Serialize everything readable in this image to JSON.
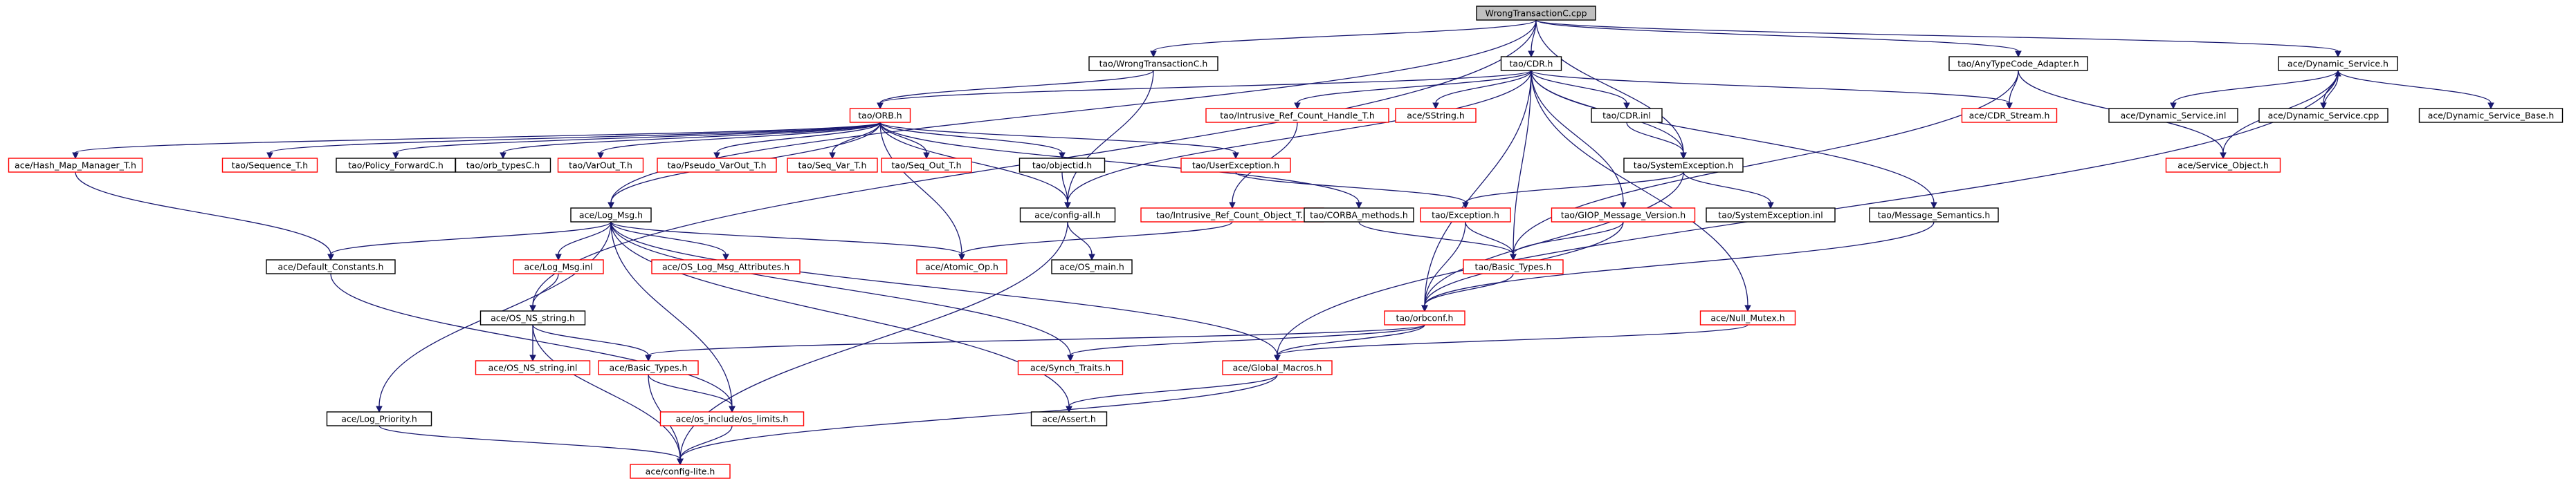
{
  "graph": {
    "nodes": [
      {
        "id": "root",
        "label": "WrongTransactionC.cpp",
        "style": "root"
      },
      {
        "id": "wtc_h",
        "label": "tao/WrongTransactionC.h",
        "style": "black"
      },
      {
        "id": "cdr_h",
        "label": "tao/CDR.h",
        "style": "black"
      },
      {
        "id": "atca",
        "label": "tao/AnyTypeCode_Adapter.h",
        "style": "black"
      },
      {
        "id": "dyn_svc",
        "label": "ace/Dynamic_Service.h",
        "style": "black"
      },
      {
        "id": "orb_h",
        "label": "tao/ORB.h",
        "style": "red"
      },
      {
        "id": "irc_handle",
        "label": "tao/Intrusive_Ref_Count_Handle_T.h",
        "style": "red"
      },
      {
        "id": "sstring",
        "label": "ace/SString.h",
        "style": "red"
      },
      {
        "id": "cdr_inl",
        "label": "tao/CDR.inl",
        "style": "black"
      },
      {
        "id": "cdr_stream",
        "label": "ace/CDR_Stream.h",
        "style": "red"
      },
      {
        "id": "dyn_svc_inl",
        "label": "ace/Dynamic_Service.inl",
        "style": "black"
      },
      {
        "id": "dyn_svc_cpp",
        "label": "ace/Dynamic_Service.cpp",
        "style": "black"
      },
      {
        "id": "dyn_svc_base",
        "label": "ace/Dynamic_Service_Base.h",
        "style": "black"
      },
      {
        "id": "hash_map",
        "label": "ace/Hash_Map_Manager_T.h",
        "style": "red"
      },
      {
        "id": "seq_t",
        "label": "tao/Sequence_T.h",
        "style": "red"
      },
      {
        "id": "policy_fwd",
        "label": "tao/Policy_ForwardC.h",
        "style": "black"
      },
      {
        "id": "orb_types",
        "label": "tao/orb_typesC.h",
        "style": "black"
      },
      {
        "id": "varout",
        "label": "tao/VarOut_T.h",
        "style": "red"
      },
      {
        "id": "pseudo_varout",
        "label": "tao/Pseudo_VarOut_T.h",
        "style": "red"
      },
      {
        "id": "seq_var",
        "label": "tao/Seq_Var_T.h",
        "style": "red"
      },
      {
        "id": "seq_out",
        "label": "tao/Seq_Out_T.h",
        "style": "red"
      },
      {
        "id": "objectid",
        "label": "tao/objectid.h",
        "style": "black"
      },
      {
        "id": "user_exc",
        "label": "tao/UserException.h",
        "style": "red"
      },
      {
        "id": "sys_exc",
        "label": "tao/SystemException.h",
        "style": "black"
      },
      {
        "id": "svc_obj",
        "label": "ace/Service_Object.h",
        "style": "red"
      },
      {
        "id": "log_msg",
        "label": "ace/Log_Msg.h",
        "style": "black"
      },
      {
        "id": "config_all",
        "label": "ace/config-all.h",
        "style": "black"
      },
      {
        "id": "irc_obj",
        "label": "tao/Intrusive_Ref_Count_Object_T.h",
        "style": "red"
      },
      {
        "id": "corba_methods",
        "label": "tao/CORBA_methods.h",
        "style": "black"
      },
      {
        "id": "exception",
        "label": "tao/Exception.h",
        "style": "red"
      },
      {
        "id": "giop_ver",
        "label": "tao/GIOP_Message_Version.h",
        "style": "red"
      },
      {
        "id": "sys_exc_inl",
        "label": "tao/SystemException.inl",
        "style": "black"
      },
      {
        "id": "msg_sem",
        "label": "tao/Message_Semantics.h",
        "style": "black"
      },
      {
        "id": "def_const",
        "label": "ace/Default_Constants.h",
        "style": "black"
      },
      {
        "id": "log_msg_inl",
        "label": "ace/Log_Msg.inl",
        "style": "red"
      },
      {
        "id": "os_log_attr",
        "label": "ace/OS_Log_Msg_Attributes.h",
        "style": "red"
      },
      {
        "id": "atomic_op",
        "label": "ace/Atomic_Op.h",
        "style": "red"
      },
      {
        "id": "os_main",
        "label": "ace/OS_main.h",
        "style": "black"
      },
      {
        "id": "tao_basic",
        "label": "tao/Basic_Types.h",
        "style": "red"
      },
      {
        "id": "orbconf",
        "label": "tao/orbconf.h",
        "style": "red"
      },
      {
        "id": "null_mutex",
        "label": "ace/Null_Mutex.h",
        "style": "red"
      },
      {
        "id": "os_ns_str",
        "label": "ace/OS_NS_string.h",
        "style": "black"
      },
      {
        "id": "os_ns_str_inl",
        "label": "ace/OS_NS_string.inl",
        "style": "red"
      },
      {
        "id": "ace_basic",
        "label": "ace/Basic_Types.h",
        "style": "red"
      },
      {
        "id": "synch_traits",
        "label": "ace/Synch_Traits.h",
        "style": "red"
      },
      {
        "id": "global_macros",
        "label": "ace/Global_Macros.h",
        "style": "red"
      },
      {
        "id": "log_prio",
        "label": "ace/Log_Priority.h",
        "style": "black"
      },
      {
        "id": "os_limits",
        "label": "ace/os_include/os_limits.h",
        "style": "red"
      },
      {
        "id": "ace_assert",
        "label": "ace/Assert.h",
        "style": "black"
      },
      {
        "id": "config_lite",
        "label": "ace/config-lite.h",
        "style": "red"
      }
    ],
    "edges": [
      [
        "root",
        "wtc_h"
      ],
      [
        "root",
        "cdr_h"
      ],
      [
        "root",
        "atca"
      ],
      [
        "root",
        "dyn_svc"
      ],
      [
        "root",
        "sys_exc"
      ],
      [
        "root",
        "log_msg"
      ],
      [
        "root",
        "os_ns_str"
      ],
      [
        "wtc_h",
        "orb_h"
      ],
      [
        "wtc_h",
        "config_all"
      ],
      [
        "cdr_h",
        "irc_handle"
      ],
      [
        "cdr_h",
        "sstring"
      ],
      [
        "cdr_h",
        "cdr_inl"
      ],
      [
        "cdr_h",
        "cdr_stream"
      ],
      [
        "cdr_h",
        "sys_exc"
      ],
      [
        "cdr_h",
        "giop_ver"
      ],
      [
        "cdr_h",
        "msg_sem"
      ],
      [
        "cdr_h",
        "tao_basic"
      ],
      [
        "cdr_h",
        "orbconf"
      ],
      [
        "cdr_h",
        "null_mutex"
      ],
      [
        "cdr_h",
        "orb_h"
      ],
      [
        "cdr_h",
        "config_all"
      ],
      [
        "atca",
        "cdr_stream"
      ],
      [
        "atca",
        "svc_obj"
      ],
      [
        "atca",
        "tao_basic"
      ],
      [
        "dyn_svc",
        "dyn_svc_inl"
      ],
      [
        "dyn_svc",
        "dyn_svc_cpp"
      ],
      [
        "dyn_svc",
        "dyn_svc_base"
      ],
      [
        "dyn_svc",
        "svc_obj"
      ],
      [
        "dyn_svc",
        "global_macros"
      ],
      [
        "dyn_svc_cpp",
        "dyn_svc"
      ],
      [
        "orb_h",
        "hash_map"
      ],
      [
        "orb_h",
        "seq_t"
      ],
      [
        "orb_h",
        "policy_fwd"
      ],
      [
        "orb_h",
        "orb_types"
      ],
      [
        "orb_h",
        "varout"
      ],
      [
        "orb_h",
        "pseudo_varout"
      ],
      [
        "orb_h",
        "seq_var"
      ],
      [
        "orb_h",
        "seq_out"
      ],
      [
        "orb_h",
        "objectid"
      ],
      [
        "orb_h",
        "user_exc"
      ],
      [
        "orb_h",
        "corba_methods"
      ],
      [
        "orb_h",
        "config_all"
      ],
      [
        "orb_h",
        "atomic_op"
      ],
      [
        "orb_h",
        "log_msg"
      ],
      [
        "irc_handle",
        "irc_obj"
      ],
      [
        "cdr_inl",
        "sys_exc"
      ],
      [
        "hash_map",
        "def_const"
      ],
      [
        "objectid",
        "config_all"
      ],
      [
        "user_exc",
        "exception"
      ],
      [
        "sys_exc",
        "exception"
      ],
      [
        "sys_exc",
        "sys_exc_inl"
      ],
      [
        "sys_exc",
        "orbconf"
      ],
      [
        "log_msg",
        "def_const"
      ],
      [
        "log_msg",
        "log_msg_inl"
      ],
      [
        "log_msg",
        "os_log_attr"
      ],
      [
        "log_msg",
        "atomic_op"
      ],
      [
        "log_msg",
        "log_prio"
      ],
      [
        "log_msg",
        "os_limits"
      ],
      [
        "log_msg",
        "synch_traits"
      ],
      [
        "log_msg",
        "global_macros"
      ],
      [
        "log_msg",
        "ace_assert"
      ],
      [
        "config_all",
        "os_main"
      ],
      [
        "config_all",
        "config_lite"
      ],
      [
        "irc_obj",
        "atomic_op"
      ],
      [
        "corba_methods",
        "tao_basic"
      ],
      [
        "exception",
        "tao_basic"
      ],
      [
        "exception",
        "orbconf"
      ],
      [
        "giop_ver",
        "tao_basic"
      ],
      [
        "giop_ver",
        "orbconf"
      ],
      [
        "msg_sem",
        "orbconf"
      ],
      [
        "def_const",
        "os_limits"
      ],
      [
        "log_msg_inl",
        "os_ns_str"
      ],
      [
        "tao_basic",
        "orbconf"
      ],
      [
        "orbconf",
        "ace_basic"
      ],
      [
        "orbconf",
        "synch_traits"
      ],
      [
        "orbconf",
        "global_macros"
      ],
      [
        "null_mutex",
        "global_macros"
      ],
      [
        "os_ns_str",
        "os_ns_str_inl"
      ],
      [
        "os_ns_str",
        "ace_basic"
      ],
      [
        "os_ns_str",
        "config_lite"
      ],
      [
        "ace_basic",
        "os_limits"
      ],
      [
        "ace_basic",
        "config_lite"
      ],
      [
        "global_macros",
        "ace_assert"
      ],
      [
        "global_macros",
        "config_lite"
      ],
      [
        "log_prio",
        "config_lite"
      ],
      [
        "os_limits",
        "config_lite"
      ]
    ]
  }
}
